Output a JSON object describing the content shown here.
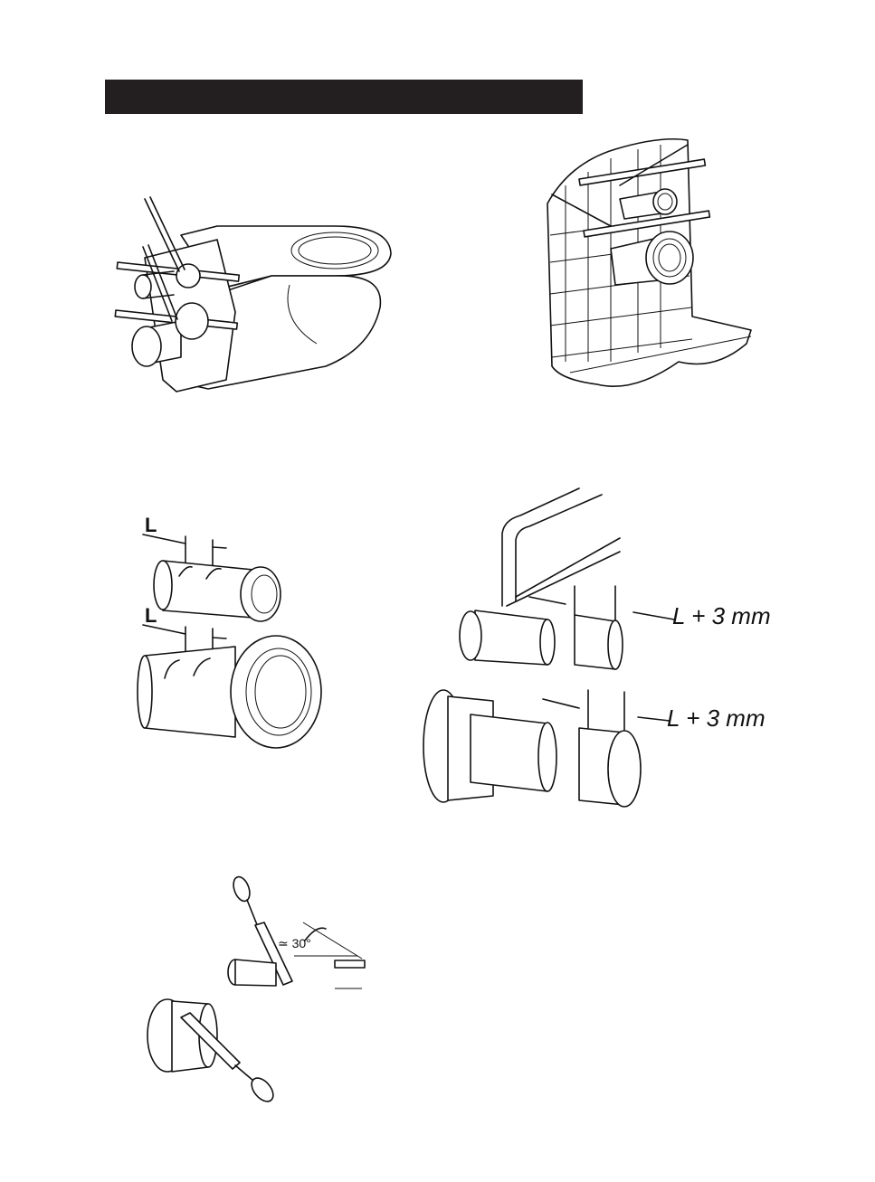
{
  "header": {
    "bar_color": "#231f20",
    "title": ""
  },
  "figures": {
    "cut_length": {
      "label_1": "L",
      "label_2": "L"
    },
    "saw_cut": {
      "label_1": "L + 3 mm",
      "label_2": "L + 3 mm"
    },
    "chamfer": {
      "angle_label": "≃ 30°"
    }
  }
}
